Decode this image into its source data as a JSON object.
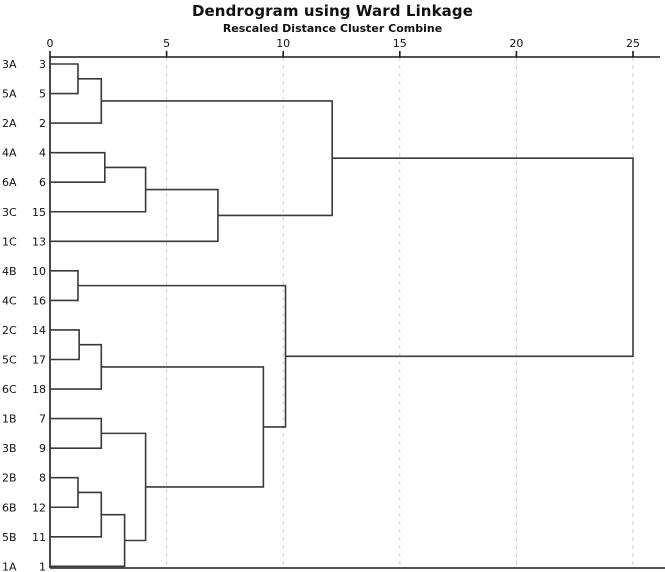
{
  "chart_data": {
    "type": "dendrogram",
    "title": "Dendrogram using Ward Linkage",
    "subtitle": "Rescaled Distance Cluster Combine",
    "xlabel": "Rescaled Distance Cluster Combine",
    "ylabel": "",
    "xlim": [
      0,
      27
    ],
    "ticks": [
      0,
      5,
      10,
      15,
      20,
      25
    ],
    "grid": "vertical-dashed",
    "legend": "none",
    "leaves": [
      {
        "label": "3A",
        "num": "3"
      },
      {
        "label": "5A",
        "num": "5"
      },
      {
        "label": "2A",
        "num": "2"
      },
      {
        "label": "4A",
        "num": "4"
      },
      {
        "label": "6A",
        "num": "6"
      },
      {
        "label": "3C",
        "num": "15"
      },
      {
        "label": "1C",
        "num": "13"
      },
      {
        "label": "4B",
        "num": "10"
      },
      {
        "label": "4C",
        "num": "16"
      },
      {
        "label": "2C",
        "num": "14"
      },
      {
        "label": "5C",
        "num": "17"
      },
      {
        "label": "6C",
        "num": "18"
      },
      {
        "label": "1B",
        "num": "7"
      },
      {
        "label": "3B",
        "num": "9"
      },
      {
        "label": "2B",
        "num": "8"
      },
      {
        "label": "6B",
        "num": "12"
      },
      {
        "label": "5B",
        "num": "11"
      },
      {
        "label": "1A",
        "num": "1"
      }
    ],
    "merges": [
      {
        "id": "m1",
        "a": {
          "leaf": 0
        },
        "b": {
          "leaf": 1
        },
        "distance": 1.2
      },
      {
        "id": "m2",
        "a": {
          "node": "m1"
        },
        "b": {
          "leaf": 2
        },
        "distance": 2.2
      },
      {
        "id": "m3",
        "a": {
          "leaf": 3
        },
        "b": {
          "leaf": 4
        },
        "distance": 2.35
      },
      {
        "id": "m4",
        "a": {
          "node": "m3"
        },
        "b": {
          "leaf": 5
        },
        "distance": 4.1
      },
      {
        "id": "m5",
        "a": {
          "node": "m4"
        },
        "b": {
          "leaf": 6
        },
        "distance": 7.2
      },
      {
        "id": "m6",
        "a": {
          "node": "m2"
        },
        "b": {
          "node": "m5"
        },
        "distance": 12.1
      },
      {
        "id": "m7",
        "a": {
          "leaf": 7
        },
        "b": {
          "leaf": 8
        },
        "distance": 1.2
      },
      {
        "id": "m8",
        "a": {
          "leaf": 9
        },
        "b": {
          "leaf": 10
        },
        "distance": 1.25
      },
      {
        "id": "m9",
        "a": {
          "node": "m8"
        },
        "b": {
          "leaf": 11
        },
        "distance": 2.2
      },
      {
        "id": "m10",
        "a": {
          "leaf": 12
        },
        "b": {
          "leaf": 13
        },
        "distance": 2.2
      },
      {
        "id": "m11",
        "a": {
          "leaf": 14
        },
        "b": {
          "leaf": 15
        },
        "distance": 1.2
      },
      {
        "id": "m12",
        "a": {
          "node": "m11"
        },
        "b": {
          "leaf": 16
        },
        "distance": 2.2
      },
      {
        "id": "m13",
        "a": {
          "node": "m12"
        },
        "b": {
          "leaf": 17
        },
        "distance": 3.2
      },
      {
        "id": "m14",
        "a": {
          "node": "m10"
        },
        "b": {
          "node": "m13"
        },
        "distance": 4.1
      },
      {
        "id": "m15",
        "a": {
          "node": "m9"
        },
        "b": {
          "node": "m14"
        },
        "distance": 9.15
      },
      {
        "id": "m16",
        "a": {
          "node": "m7"
        },
        "b": {
          "node": "m15"
        },
        "distance": 10.1
      },
      {
        "id": "m17",
        "a": {
          "node": "m6"
        },
        "b": {
          "node": "m16"
        },
        "distance": 25.0
      }
    ]
  },
  "style": {
    "line_color": "#3a3a3a",
    "grid_color": "#cccccc",
    "axis_color": "#1a1a1a",
    "background": "#ffffff"
  }
}
